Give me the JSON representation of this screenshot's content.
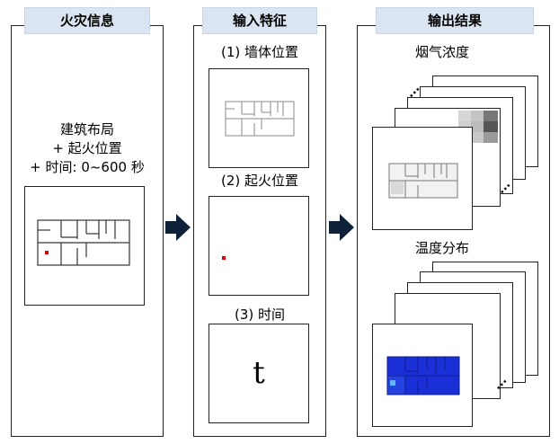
{
  "panels": {
    "fire_info": {
      "header": "火灾信息",
      "desc_lines": [
        "建筑布局",
        "+ 起火位置",
        "+ 时间:  0~600 秒"
      ]
    },
    "input_features": {
      "header": "输入特征",
      "items": [
        {
          "label": "(1) 墙体位置"
        },
        {
          "label": "(2) 起火位置"
        },
        {
          "label": "(3) 时间",
          "value": "t"
        }
      ]
    },
    "output_results": {
      "header": "输出结果",
      "groups": [
        {
          "label": "烟气浓度"
        },
        {
          "label": "温度分布"
        }
      ],
      "ellipsis": "···"
    }
  },
  "colors": {
    "header_bg": "#dbe5f1",
    "fire_marker": "#e00000",
    "arrow": "#0d2238",
    "temperature_base": "#1a2fd6"
  }
}
